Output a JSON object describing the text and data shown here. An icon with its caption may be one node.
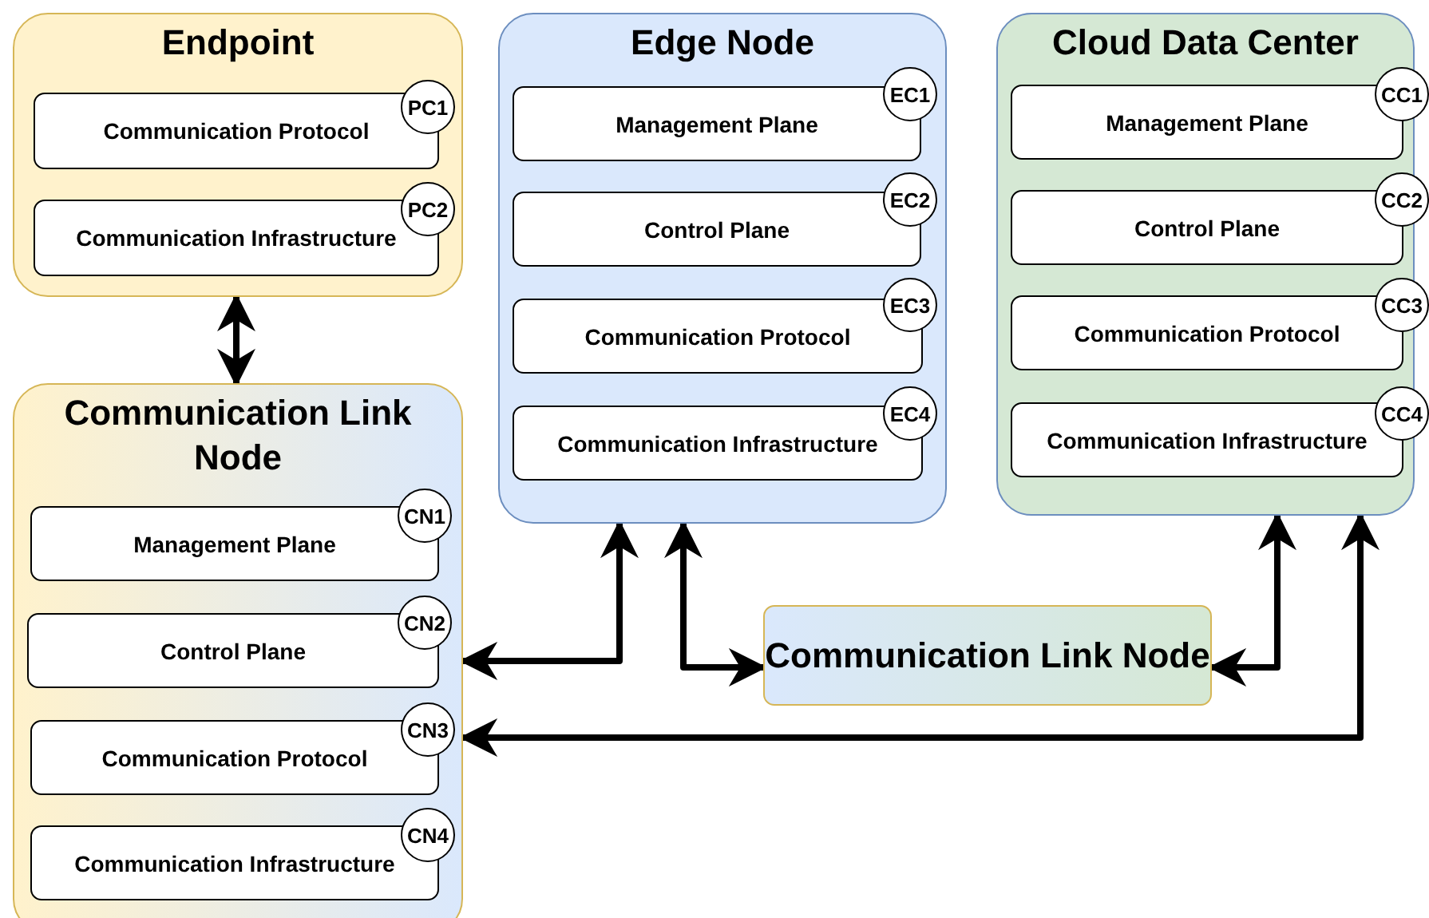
{
  "diagram": {
    "nodes": [
      {
        "text": [
          "Endpoint"
        ]
      },
      {
        "text": [
          "Communication Protocol"
        ],
        "in": 0
      },
      {
        "text": [
          "PC1"
        ],
        "in": 0
      },
      {
        "text": [
          "Communication Infrastructure"
        ],
        "in": 0
      },
      {
        "text": [
          "PC2"
        ],
        "in": 0
      },
      {
        "text": [
          "Communication Link Node"
        ]
      },
      {
        "text": [
          "Management Plane"
        ],
        "in": 5
      },
      {
        "text": [
          "CN1"
        ],
        "in": 5
      },
      {
        "text": [
          "Control Plane"
        ],
        "in": 5
      },
      {
        "text": [
          "CN2"
        ],
        "in": 5
      },
      {
        "text": [
          "Communication Protocol"
        ],
        "in": 5
      },
      {
        "text": [
          "CN3"
        ],
        "in": 5
      },
      {
        "text": [
          "Communication Infrastructure"
        ],
        "in": 5
      },
      {
        "text": [
          "CN4"
        ],
        "in": 5
      },
      {
        "text": [
          "Edge Node"
        ]
      },
      {
        "text": [
          "Management Plane"
        ],
        "in": 14
      },
      {
        "text": [
          "EC1"
        ],
        "in": 14
      },
      {
        "text": [
          "Control Plane"
        ],
        "in": 14
      },
      {
        "text": [
          "EC2"
        ],
        "in": 14
      },
      {
        "text": [
          "Communication Protocol"
        ],
        "in": 14
      },
      {
        "text": [
          "EC3"
        ],
        "in": 14
      },
      {
        "text": [
          "Communication Infrastructure"
        ],
        "in": 14
      },
      {
        "text": [
          "EC4"
        ],
        "in": 14
      },
      {
        "text": [
          "Cloud Data Center"
        ]
      },
      {
        "text": [
          "Management Plane"
        ],
        "in": 23
      },
      {
        "text": [
          "CC1"
        ],
        "in": 23
      },
      {
        "text": [
          "Control Plane"
        ],
        "in": 23
      },
      {
        "text": [
          "CC2"
        ],
        "in": 23
      },
      {
        "text": [
          "Communication Protocol"
        ],
        "in": 23
      },
      {
        "text": [
          "CC3"
        ],
        "in": 23
      },
      {
        "text": [
          "Communication Infrastructure"
        ],
        "in": 23
      },
      {
        "text": [
          "CC4"
        ],
        "in": 23
      },
      {
        "text": [
          "Communication Link Node"
        ]
      }
    ],
    "edges": [
      {
        "from": 0,
        "to": 5,
        "arrow": "both"
      },
      {
        "from": 5,
        "to": 14,
        "arrow": "both"
      },
      {
        "from": 14,
        "to": 32,
        "arrow": "both"
      },
      {
        "from": 32,
        "to": 23,
        "arrow": "both"
      },
      {
        "from": 5,
        "to": 23,
        "arrow": "both"
      }
    ]
  }
}
